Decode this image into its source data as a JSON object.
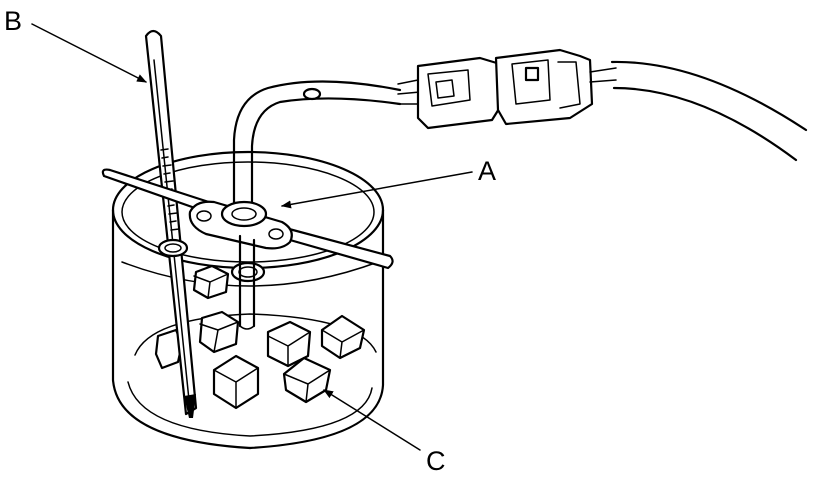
{
  "callouts": {
    "a": "A",
    "b": "B",
    "c": "C"
  },
  "colors": {
    "line": "#000000",
    "background": "#ffffff"
  }
}
